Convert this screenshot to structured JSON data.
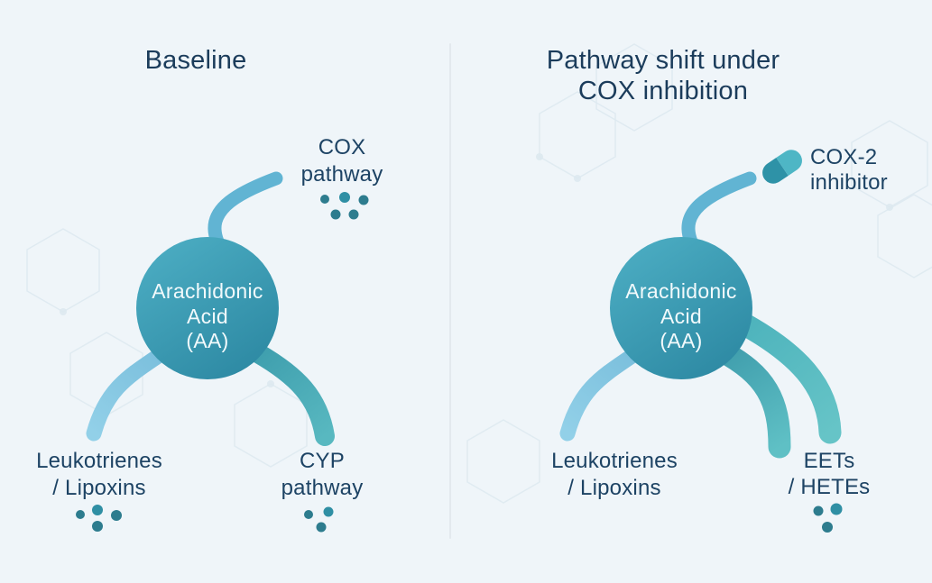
{
  "colors": {
    "background": "#eff5f9",
    "divider": "#e3e9ee",
    "heading_text": "#1b3c5b",
    "label_text": "#1d4364",
    "node_text": "#f2fafc",
    "node_fill_top": "#4aabc1",
    "node_fill_bottom": "#2d89a3",
    "cox_branch": "#61b4d3",
    "leuko_branch_start": "#7cc0dd",
    "leuko_branch_end": "#92d0e8",
    "cyp_branch_start": "#3f9fae",
    "cyp_branch_end": "#58b8c0",
    "eet_inner_start": "#3f9dac",
    "eet_inner_end": "#5fc0c5",
    "eet_outer_start": "#4db3bc",
    "eet_outer_end": "#66c4c7",
    "dot": "#2d7c8e",
    "dot_bright": "#2f8fa4",
    "pill_dark": "#2e92a7",
    "pill_light": "#4eb6c5",
    "watermark": "#dde9f0"
  },
  "baseline_panel": {
    "title": "Baseline",
    "node_line1": "Arachidonic",
    "node_line2": "Acid",
    "node_line3": "(AA)",
    "cox_label_line1": "COX",
    "cox_label_line2": "pathway",
    "leuko_label_line1": "Leukotrienes",
    "leuko_label_line2": "/ Lipoxins",
    "cyp_label_line1": "CYP",
    "cyp_label_line2": "pathway"
  },
  "inhibition_panel": {
    "title_line1": "Pathway shift under",
    "title_line2": "COX inhibition",
    "node_line1": "Arachidonic",
    "node_line2": "Acid",
    "node_line3": "(AA)",
    "pill_label_line1": "COX-2",
    "pill_label_line2": "inhibitor",
    "leuko_label_line1": "Leukotrienes",
    "leuko_label_line2": "/ Lipoxins",
    "eet_label_line1": "EETs",
    "eet_label_line2": "/ HETEs"
  }
}
